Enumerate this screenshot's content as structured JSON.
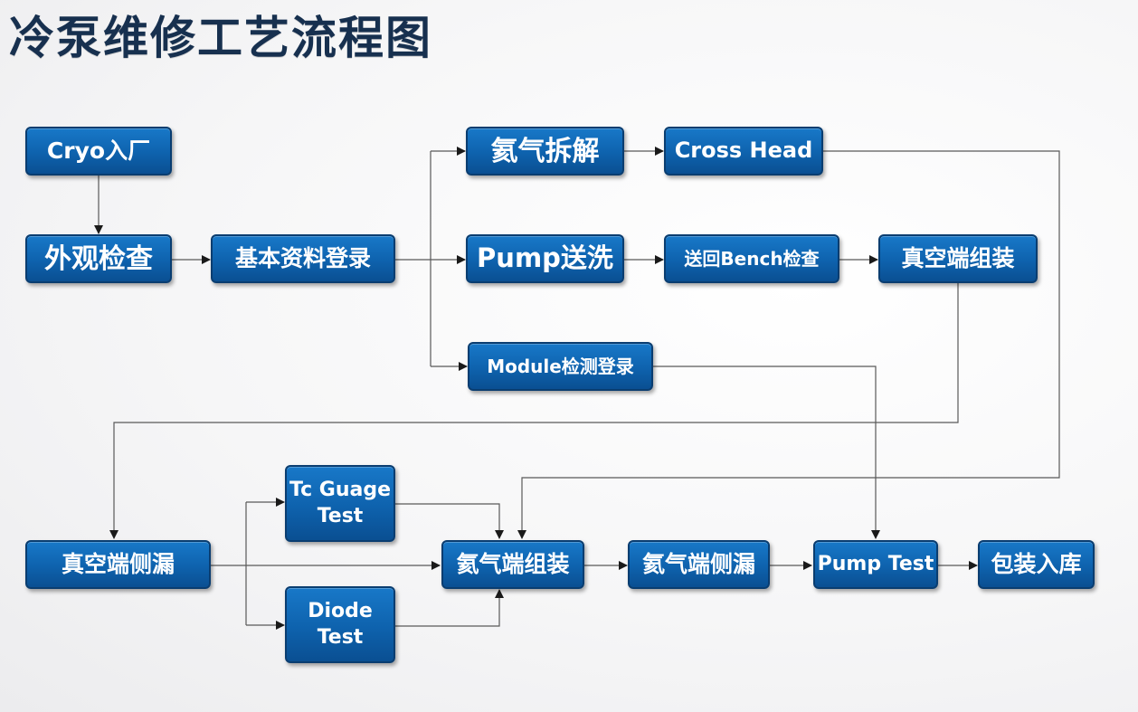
{
  "title": "冷泵维修工艺流程图",
  "nodes": {
    "cryo_in": "Cryo入厂",
    "visual_check": "外观检查",
    "basic_info": "基本资料登录",
    "he_disassembly": "氦气拆解",
    "cross_head": "Cross Head",
    "pump_wash": "Pump送洗",
    "bench_check": "送回Bench检查",
    "vacuum_assembly": "真空端组装",
    "module_check": "Module检测登录",
    "vacuum_leak": "真空端侧漏",
    "tc_guage": "Tc Guage\nTest",
    "diode": "Diode\nTest",
    "he_assembly": "氦气端组装",
    "he_leak": "氦气端侧漏",
    "pump_test": "Pump Test",
    "packing": "包装入库"
  },
  "colors": {
    "node_fill": "#0e62ad",
    "node_border": "#0a3d70",
    "line": "#595959",
    "title": "#17304f"
  }
}
